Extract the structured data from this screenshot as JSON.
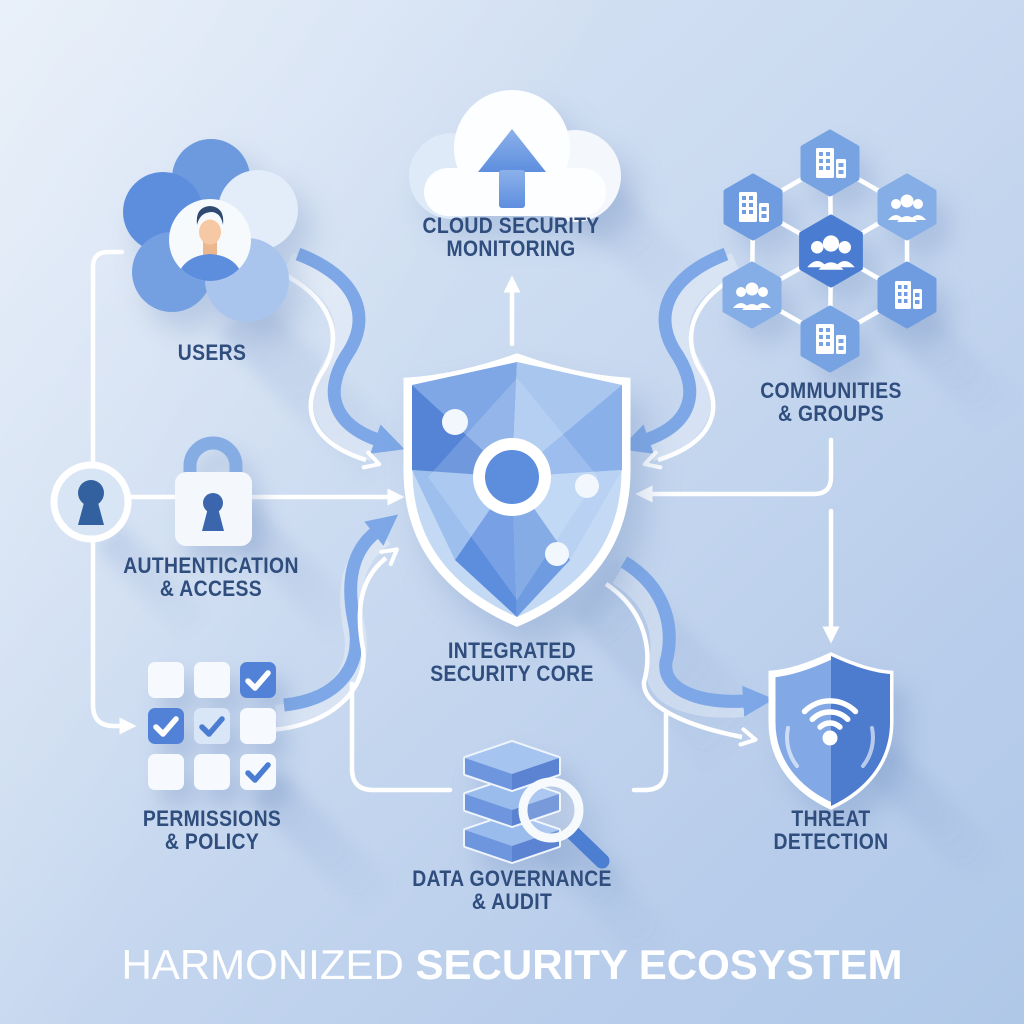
{
  "title": {
    "word1": "HARMONIZED",
    "word2": "SECURITY ECOSYSTEM"
  },
  "nodes": {
    "users": {
      "label": "USERS"
    },
    "cloud": {
      "line1": "CLOUD SECURITY",
      "line2": "MONITORING"
    },
    "communities": {
      "line1": "COMMUNITIES",
      "line2": "& GROUPS"
    },
    "auth": {
      "line1": "AUTHENTICATION",
      "line2": "& ACCESS"
    },
    "core": {
      "line1": "INTEGRATED",
      "line2": "SECURITY CORE"
    },
    "permissions": {
      "line1": "PERMISSIONS",
      "line2": "& POLICY"
    },
    "data": {
      "line1": "DATA GOVERNANCE",
      "line2": "& AUDIT"
    },
    "threat": {
      "line1": "THREAT",
      "line2": "DETECTION"
    }
  },
  "permissions_grid": [
    [
      "off",
      "off",
      "on-filled"
    ],
    [
      "on-filled",
      "on-light",
      "off"
    ],
    [
      "off",
      "off",
      "on-white"
    ]
  ],
  "communities_hexagons": [
    "building",
    "building",
    "people",
    "people",
    "people",
    "bank",
    "building"
  ],
  "connections": [
    {
      "from": "users",
      "to": "auth",
      "style": "line"
    },
    {
      "from": "auth",
      "to": "permissions",
      "style": "arrow"
    },
    {
      "from": "auth",
      "to": "core",
      "style": "arrow"
    },
    {
      "from": "users",
      "to": "core",
      "style": "curved-arrow"
    },
    {
      "from": "core",
      "to": "cloud",
      "style": "arrow"
    },
    {
      "from": "communities",
      "to": "core",
      "style": "curved-arrow"
    },
    {
      "from": "communities",
      "to": "core",
      "style": "arrow"
    },
    {
      "from": "communities",
      "to": "threat",
      "style": "arrow"
    },
    {
      "from": "permissions",
      "to": "core",
      "style": "curved-arrow"
    },
    {
      "from": "core",
      "to": "threat",
      "style": "curved-arrow"
    },
    {
      "from": "permissions",
      "to": "data",
      "style": "line"
    },
    {
      "from": "data",
      "to": "threat",
      "style": "line"
    }
  ],
  "colors": {
    "background_top": "#dce7f6",
    "background_bottom": "#b0c8e8",
    "accent_blue": "#5d8ede",
    "dark_blue": "#4a7dd2",
    "text_dark": "#2f4d7d",
    "white": "#ffffff"
  }
}
